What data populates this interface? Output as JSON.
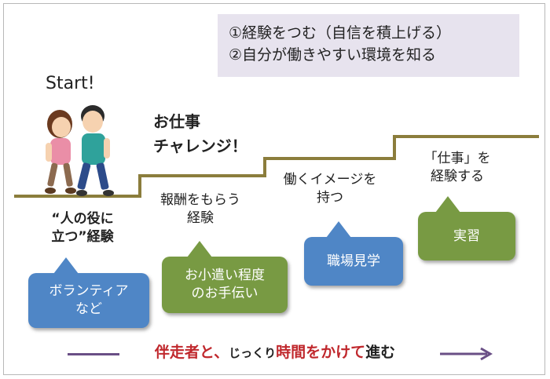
{
  "goals": {
    "line1": "①経験をつむ（自信を積上げる）",
    "line2": "②自分が働きやすい環境を知る"
  },
  "start_label": "Start!",
  "challenge": {
    "line1": "お仕事",
    "line2": "チャレンジ！"
  },
  "steps": [
    {
      "label_lines": [
        "“人の役に",
        "立つ”経験"
      ],
      "bubble_lines": [
        "ボランティア",
        "など"
      ],
      "color": "#4f86c6"
    },
    {
      "label_lines": [
        "報酬をもらう",
        "経験"
      ],
      "bubble_lines": [
        "お小遣い程度",
        "のお手伝い"
      ],
      "color": "#789a43"
    },
    {
      "label_lines": [
        "働くイメージを",
        "持つ"
      ],
      "bubble_lines": [
        "職場見学"
      ],
      "color": "#4f86c6"
    },
    {
      "label_lines": [
        "「仕事」を",
        "経験する"
      ],
      "bubble_lines": [
        "実習"
      ],
      "color": "#789a43"
    }
  ],
  "footer": {
    "part1": "伴走者と、",
    "part2": "じっくり",
    "part3": "時間",
    "part4": "をかけて",
    "part5": "進む"
  },
  "colors": {
    "staircase": "#8b7d3c",
    "goals_bg": "#e7e3ee",
    "arrow": "#6a4f86",
    "accent_red": "#c0282d"
  }
}
